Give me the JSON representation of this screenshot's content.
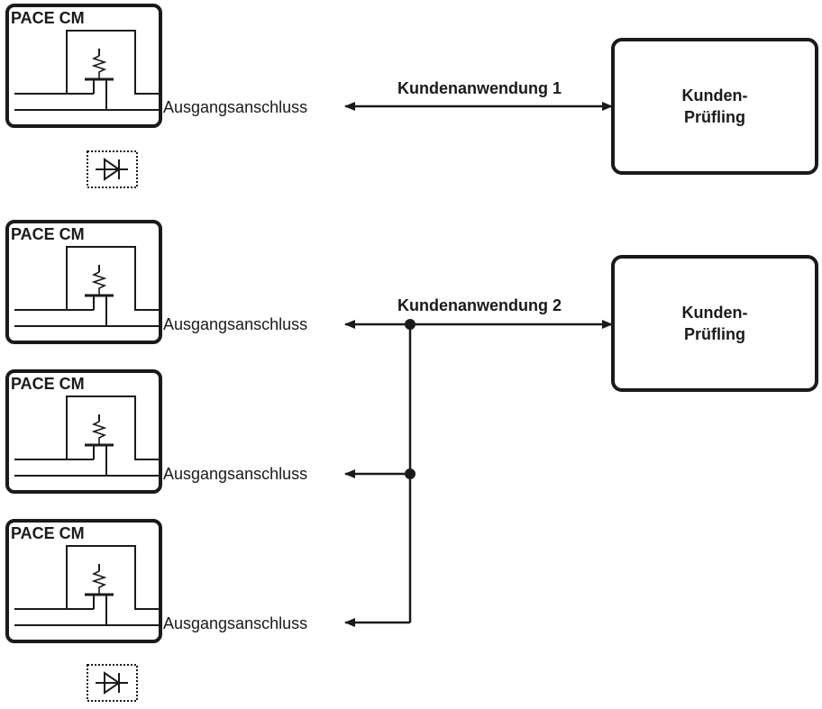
{
  "module_label": "PACE CM",
  "port_label": "Ausgangsanschluss",
  "application_1": "Kundenanwendung 1",
  "application_2": "Kundenanwendung 2",
  "dut_line1": "Kunden-",
  "dut_line2": "Prüfling",
  "colors": {
    "line": "#1a1a1a",
    "background": "#ffffff"
  },
  "icons": [
    "resistor-icon",
    "diode-icon",
    "arrow-icon",
    "junction-dot-icon"
  ]
}
